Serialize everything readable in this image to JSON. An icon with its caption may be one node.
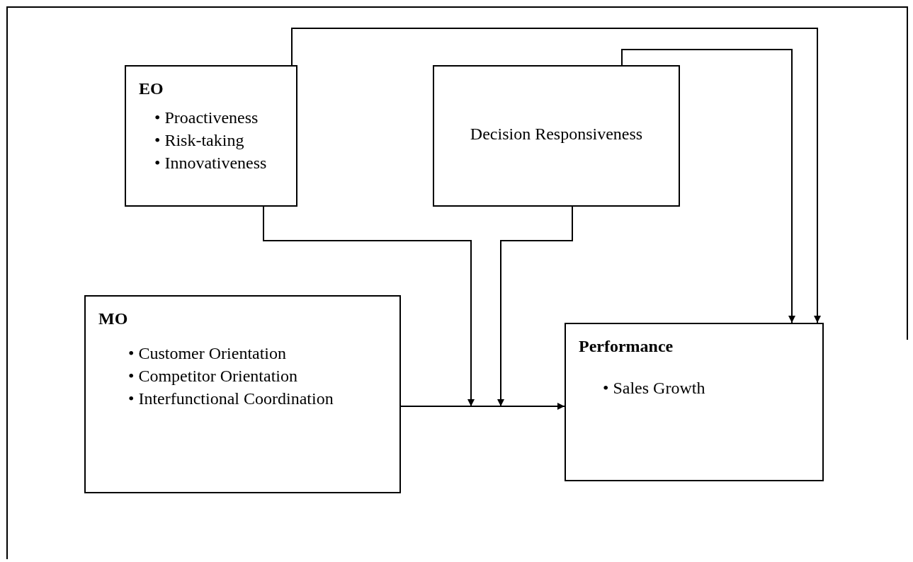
{
  "diagram": {
    "nodes": [
      {
        "text": [
          "EO",
          "• Proactiveness",
          "• Risk-taking",
          "• Innovativeness"
        ]
      },
      {
        "text": [
          "Decision Responsiveness"
        ]
      },
      {
        "text": [
          "MO",
          "• Customer Orientation",
          "• Competitor Orientation",
          "• Interfunctional Coordination"
        ]
      },
      {
        "text": [
          "Performance",
          "• Sales Growth"
        ]
      }
    ],
    "edges": [
      {
        "from": 0,
        "to": 3,
        "arrow": "to"
      },
      {
        "from": 1,
        "to": 3,
        "arrow": "to"
      },
      {
        "from": 2,
        "to": 3,
        "arrow": "to"
      },
      {
        "from": 0,
        "to": null,
        "arrow": "to"
      },
      {
        "from": 1,
        "to": null,
        "arrow": "to"
      }
    ]
  }
}
